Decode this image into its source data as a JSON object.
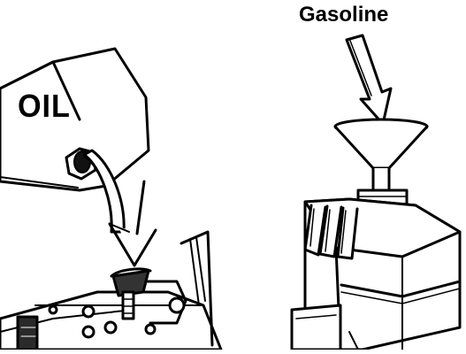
{
  "labels": {
    "oil": "OIL",
    "gasoline": "Gasoline"
  },
  "scenes": [
    {
      "name": "oil-fill",
      "description_icon": "oil-bottle-pouring-icon"
    },
    {
      "name": "gasoline-fill",
      "description_icon": "funnel-icon"
    }
  ],
  "colors": {
    "ink": "#000000",
    "paper": "#ffffff",
    "shade": "#c8c8c8",
    "dark": "#3a3a3a"
  }
}
